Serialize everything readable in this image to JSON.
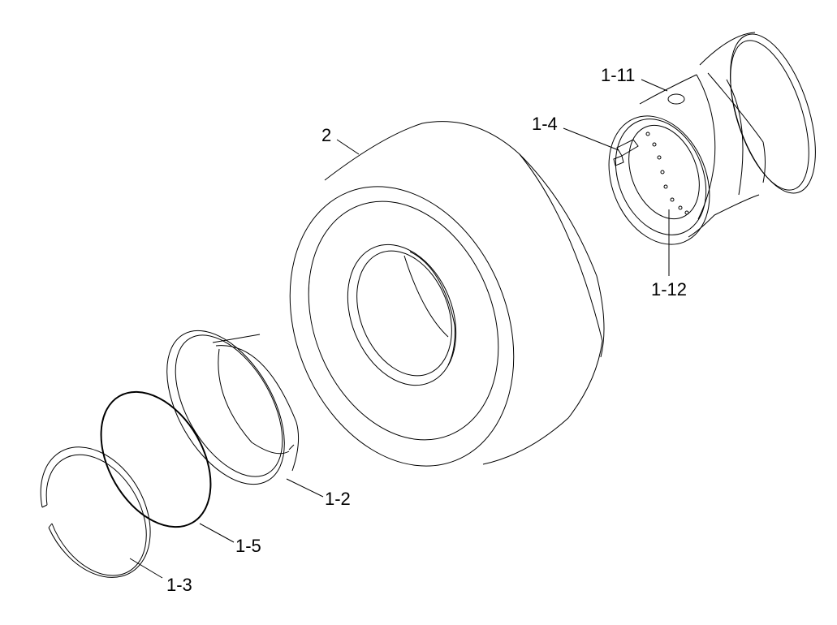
{
  "colors": {
    "background": "#ffffff",
    "stroke": "#000000"
  },
  "callouts": {
    "tire": "2",
    "rim_flange": "1-11",
    "lock_key": "1-4",
    "bolt_ring": "1-12",
    "side_ring": "1-2",
    "o_ring": "1-5",
    "lock_ring": "1-3"
  }
}
